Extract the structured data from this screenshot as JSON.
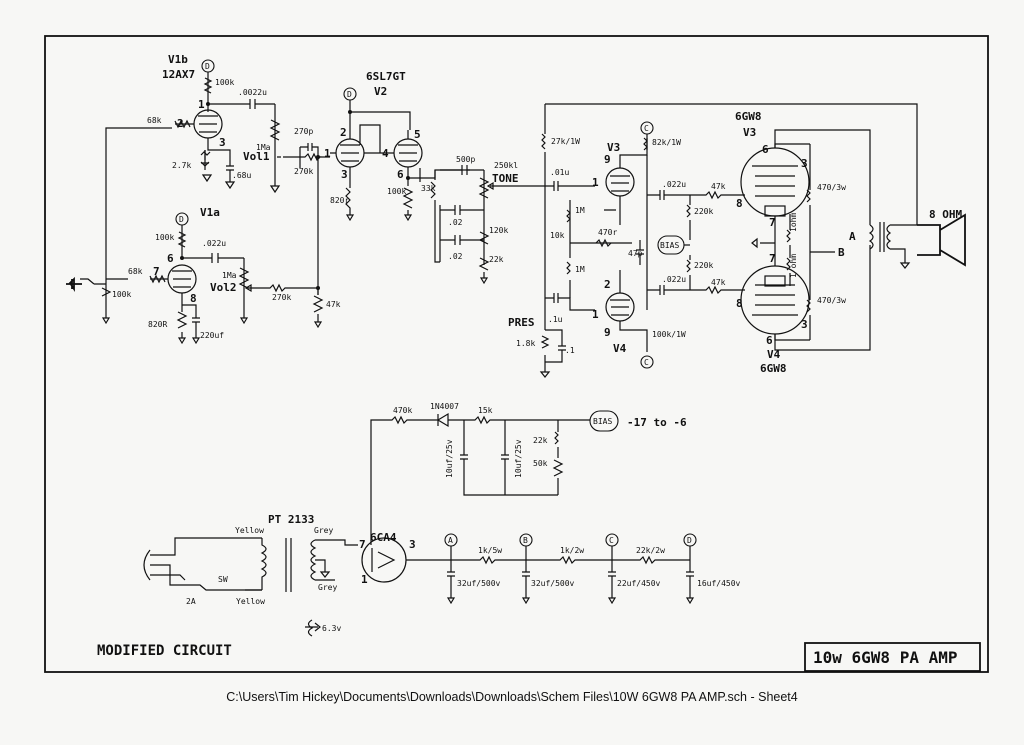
{
  "title_block": "10w 6GW8 PA AMP",
  "heading": "MODIFIED CIRCUIT",
  "file_path": "C:\\Users\\Tim Hickey\\Documents\\Downloads\\Downloads\\Schem Files\\10W 6GW8 PA AMP.sch  -  Sheet4",
  "tubes": {
    "v1b_name": "V1b",
    "v1b_type": "12AX7",
    "v1a_name": "V1a",
    "v2_type": "6SL7GT",
    "v2_name": "V2",
    "v3_top": "6GW8",
    "v3_name": "V3",
    "v3_pi": "V3",
    "v4_name": "V4",
    "v4_type": "6GW8",
    "v4_pi": "V4",
    "rect": "6CA4"
  },
  "pins": {
    "v1b_p": "1",
    "v1b_g": "2",
    "v1b_k": "3",
    "v1a_p": "6",
    "v1a_g": "7",
    "v1a_k": "8",
    "v2_p1": "2",
    "v2_g1": "1",
    "v2_k1": "3",
    "v2_p2": "5",
    "v2_g2": "4",
    "v2_k2": "6",
    "pi_p1": "9",
    "pi_g1": "1",
    "pi_p2": "2",
    "pi_g2": "1",
    "pi_p3": "9",
    "v3_p": "6",
    "v3_g2": "3",
    "v3_g": "8",
    "v3_k": "7",
    "v4_k": "7",
    "v4_g": "8",
    "v4_p": "6",
    "v4_g2": "3",
    "rect_7": "7",
    "rect_3": "3",
    "rect_1": "1"
  },
  "labels": {
    "r_100k_v1b": "100k",
    "c_0022": ".0022u",
    "r_68k_top": "68k",
    "vol1_1ma": "1Ma",
    "vol1": "Vol1",
    "r_27k": "2.7k",
    "c_68u": ".68u",
    "c_270p": "270p",
    "r_270k_top": "270k",
    "r_820r_v2": "820r",
    "r_100k_v2": "100k",
    "r_33k": "33k",
    "c_500p": "500p",
    "pot_250k": "250kl",
    "tone": "TONE",
    "c_02a": ".02",
    "c_02b": ".02",
    "r_120k": "120k",
    "r_22k_tone": "22k",
    "r_100k_v1a": "100k",
    "c_022_v1a": ".022u",
    "r_68k_bot": "68k",
    "r_100k_in": "100k",
    "vol2_1ma": "1Ma",
    "vol2": "Vol2",
    "r_270k_bot": "270k",
    "r_47k": "47k",
    "r_820r_v1a": "820R",
    "c_220uf": "220uf",
    "r_27k_1w": "27k/1W",
    "c_01u": ".01u",
    "r_1m_a": "1M",
    "r_10k": "10k",
    "r_1m_b": "1M",
    "r_470r": "470r",
    "c_47p": "47p",
    "c_1u": ".1u",
    "pres": "PRES",
    "r_18k": "1.8k",
    "c_pt1": ".1",
    "r_82k": "82k/1W",
    "r_100k_1w": "100k/1W",
    "c_022_top": ".022u",
    "c_022_bot": ".022u",
    "r_47k_top": "47k",
    "r_47k_bot": "47k",
    "r_220k_top": "220k",
    "r_220k_bot": "220k",
    "bias_box": "BIAS",
    "r_470_3w_top": "470/3w",
    "r_470_3w_bot": "470/3w",
    "r_1ohm_a": "1ohm",
    "r_1ohm_b": "1 ohm",
    "node_a": "A",
    "node_b": "B",
    "ohm8": "8 OHM",
    "r_470k": "470k",
    "diode": "1N4007",
    "r_15k": "15k",
    "c_10uf_a": "10uf/25v",
    "c_10uf_b": "10uf/25v",
    "r_22k_bias": "22k",
    "pot_50k": "50k",
    "bias_node": "BIAS",
    "bias_range": "-17 to -6",
    "pt": "PT 2133",
    "yellow_top": "Yellow",
    "grey_top": "Grey",
    "grey_bot": "Grey",
    "yellow_bot": "Yellow",
    "sw": "SW",
    "fuse": "2A",
    "r_1k5w": "1k/5w",
    "r_1k2w": "1k/2w",
    "r_22k2w": "22k/2w",
    "c_32_a": "32uf/500v",
    "c_32_b": "32uf/500v",
    "c_22uf": "22uf/450v",
    "c_16uf": "16uf/450v",
    "heater": "6.3v",
    "nd_a": "A",
    "nd_b": "B",
    "nd_c": "C",
    "nd_d": "D",
    "nd_d1": "D",
    "nd_d2": "D",
    "nd_d3": "D",
    "nd_c1": "C",
    "nd_c2": "C"
  }
}
